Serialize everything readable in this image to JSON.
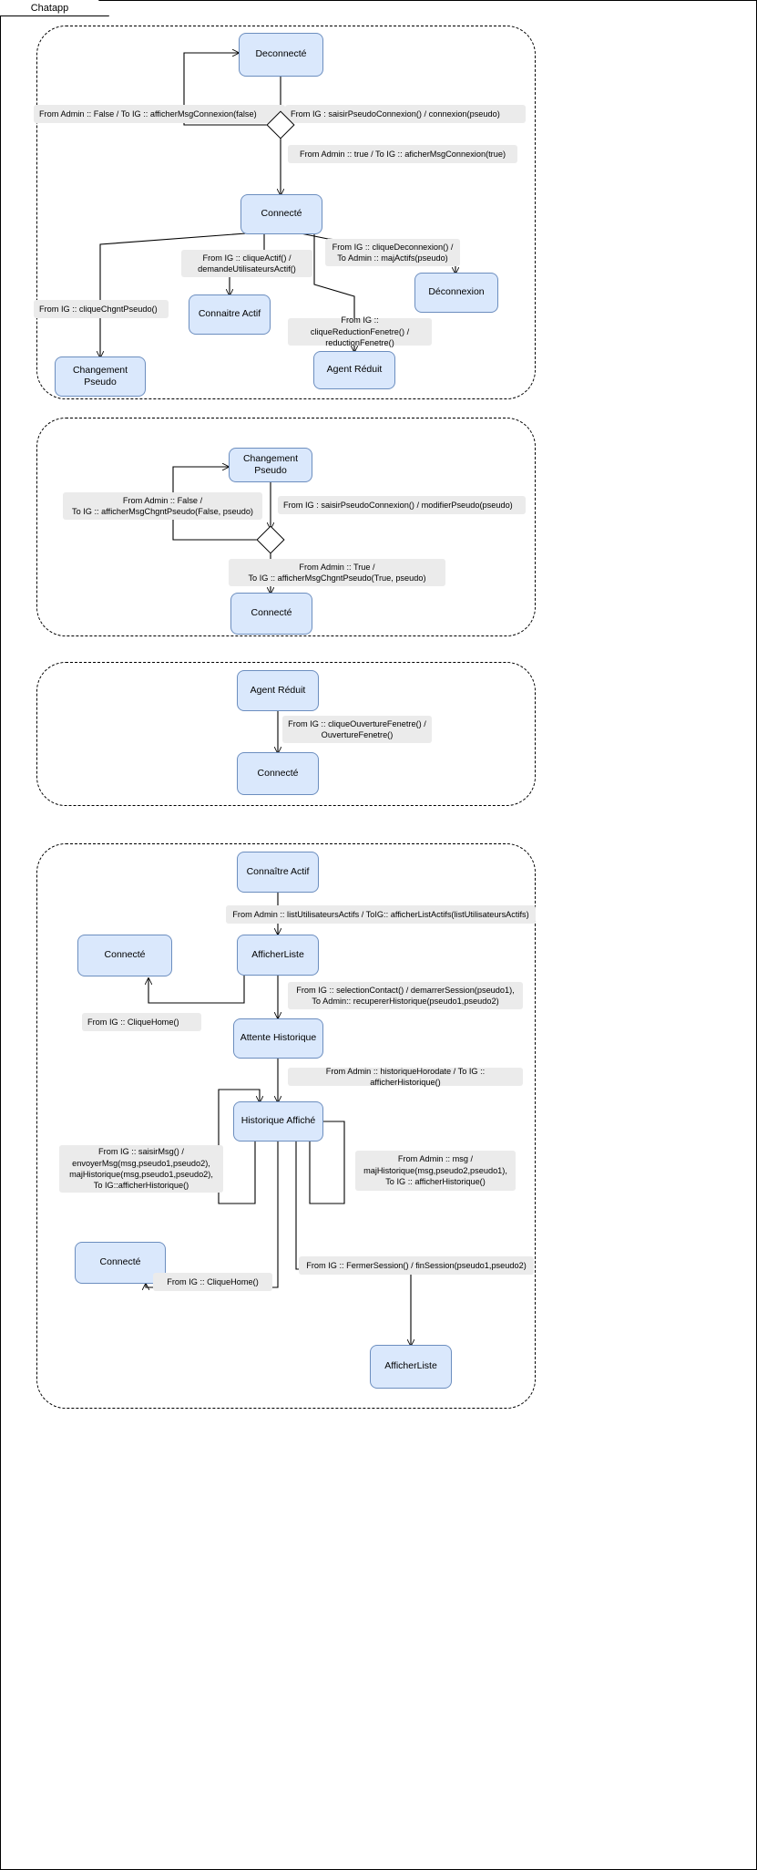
{
  "diagram": {
    "title": "Chatapp",
    "type": "uml-state-machine",
    "colors": {
      "state_fill": "#dae8fc",
      "state_stroke": "#6c8ebf",
      "label_fill": "#ebebeb",
      "edge_stroke": "#000000",
      "panel_stroke": "#000000"
    }
  },
  "panel1": {
    "states": {
      "deconnecte": "Deconnecté",
      "connecte": "Connecté",
      "connaitre_actif": "Connaitre Actif",
      "deconnexion": "Déconnexion",
      "changement_pseudo": "Changement Pseudo",
      "agent_reduit": "Agent Réduit"
    },
    "labels": {
      "admin_false": "From Admin :: False  / To IG :: afficherMsgConnexion(false)",
      "saisir_pseudo": "From IG : saisirPseudoConnexion() / connexion(pseudo)",
      "admin_true": "From Admin :: true  / To IG :: aficherMsgConnexion(true)",
      "clique_actif": "From IG :: cliqueActif() /\ndemandeUtilisateursActif()",
      "clique_deconnexion": "From IG :: cliqueDeconnexion() /\nTo Admin :: majActifs(pseudo)",
      "clique_chgnt_pseudo": "From IG :: cliqueChgntPseudo()",
      "clique_reduction": "From IG :: cliqueReductionFenetre() /\nreductionFenetre()"
    }
  },
  "panel2": {
    "states": {
      "changement_pseudo": "Changement Pseudo",
      "connecte": "Connecté"
    },
    "labels": {
      "admin_false": "From Admin :: False /\nTo IG :: afficherMsgChgntPseudo(False, pseudo)",
      "saisir_pseudo": "From IG : saisirPseudoConnexion() / modifierPseudo(pseudo)",
      "admin_true": "From Admin :: True /\nTo IG :: afficherMsgChgntPseudo(True, pseudo)"
    }
  },
  "panel3": {
    "states": {
      "agent_reduit": "Agent Réduit",
      "connecte": "Connecté"
    },
    "labels": {
      "ouverture": "From IG :: cliqueOuvertureFenetre() /\nOuvertureFenetre()"
    }
  },
  "panel4": {
    "states": {
      "connaitre_actif": "Connaître Actif",
      "afficher_liste": "AfficherListe",
      "connecte_top": "Connecté",
      "attente_historique": "Attente Historique",
      "historique_affiche": "Historique Affiché",
      "connecte_bottom": "Connecté",
      "afficher_liste_bottom": "AfficherListe"
    },
    "labels": {
      "list_actifs": "From Admin :: listUtilisateursActifs / ToIG:: afficherListActifs(listUtilisateursActifs)",
      "selection_contact": "From IG :: selectionContact() / demarrerSession(pseudo1),\nTo Admin:: recupererHistorique(pseudo1,pseudo2)",
      "clique_home_top": "From IG :: CliqueHome()",
      "historique_horodate": "From Admin :: historiqueHorodate / To IG :: afficherHistorique()",
      "saisir_msg": "From IG :: saisirMsg() /\nenvoyerMsg(msg,pseudo1,pseudo2),\nmajHistorique(msg,pseudo1,pseudo2),\nTo IG::afficherHistorique()",
      "admin_msg": "From Admin ::  msg /\nmajHistorique(msg,pseudo2,pseudo1),\nTo IG :: afficherHistorique()",
      "clique_home_bottom": "From IG :: CliqueHome()",
      "fermer_session": "From IG :: FermerSession() / finSession(pseudo1,pseudo2)"
    }
  }
}
